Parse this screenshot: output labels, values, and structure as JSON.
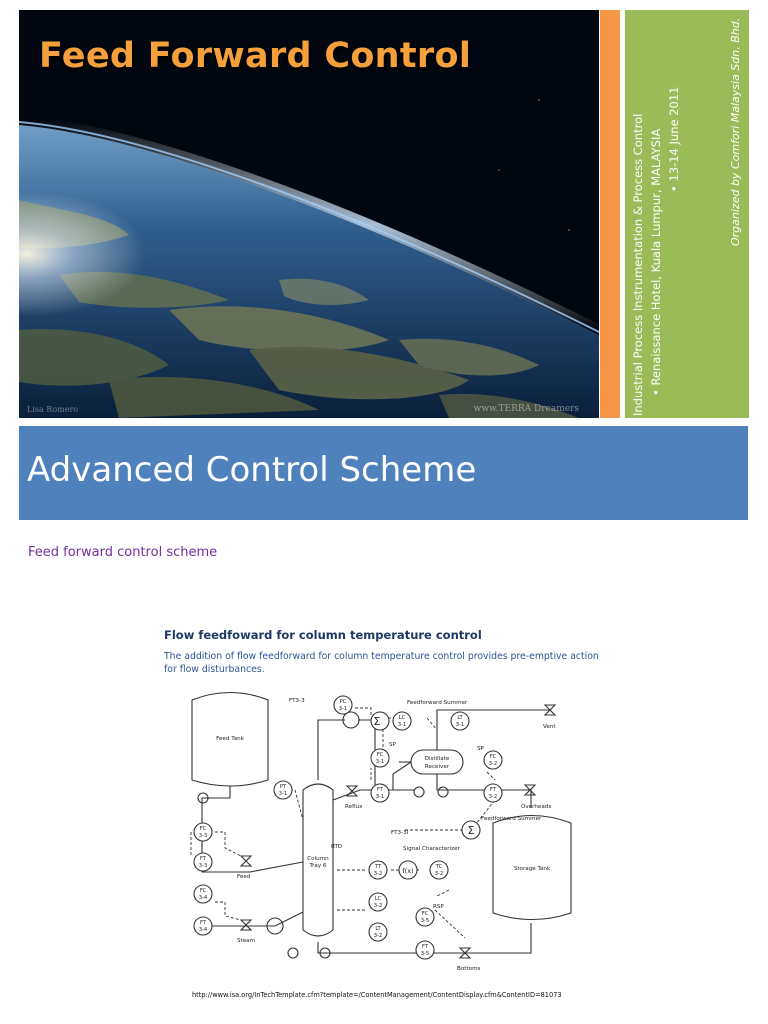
{
  "hero": {
    "title": "Feed Forward Control",
    "credit_right": "www.TERRA Dreamers",
    "credit_left": "Lisa Romero"
  },
  "sidebar": {
    "line1": "Industrial Process Instrumentation & Process Control",
    "line2": "• Renaissance Hotel, Kuala Lumpur, MALAYSIA",
    "line3": "• 13-14 June 2011",
    "organizer": "Organized by Comfori Malaysia Sdn. Bhd."
  },
  "band": {
    "title": "Advanced Control Scheme"
  },
  "subheading": "Feed forward control scheme",
  "figure": {
    "title": "Flow feedfoward for column temperature control",
    "description": "The addition of flow feedforward for column temperature control provides pre-emptive action for flow disturbances.",
    "labels": {
      "feed_tank": "Feed Tank",
      "storage_tank": "Storage Tank",
      "distillate_receiver_1": "Distillate",
      "distillate_receiver_2": "Receiver",
      "column_1": "Column",
      "column_2": "Tray 6",
      "feedforward_summer_top": "Feedforward Summer",
      "feedforward_summer_right": "Feedforward Summer",
      "signal_characterizer": "Signal Characterizer",
      "vent": "Vent",
      "reflux": "Reflux",
      "overheads": "Overheads",
      "feed": "Feed",
      "steam": "Steam",
      "bottoms": "Bottoms",
      "ft33_tag": "FT3-3",
      "ft31_tag": "FT3-3I",
      "rtd": "RTD",
      "rsp": "RSP",
      "sp1": "SP",
      "sp2": "SP",
      "sigma": "Σ",
      "fx": "f(x)"
    },
    "instruments": [
      {
        "tag": "PC",
        "num": "3-1"
      },
      {
        "tag": "LC",
        "num": "3-1"
      },
      {
        "tag": "LT",
        "num": "3-1"
      },
      {
        "tag": "FC",
        "num": "3-1"
      },
      {
        "tag": "FT",
        "num": "3-1"
      },
      {
        "tag": "PT",
        "num": "3-1"
      },
      {
        "tag": "FC",
        "num": "3-2"
      },
      {
        "tag": "FT",
        "num": "3-2"
      },
      {
        "tag": "FC",
        "num": "3-3"
      },
      {
        "tag": "FT",
        "num": "3-3"
      },
      {
        "tag": "TT",
        "num": "3-2"
      },
      {
        "tag": "TC",
        "num": "3-2"
      },
      {
        "tag": "LC",
        "num": "3-2"
      },
      {
        "tag": "LT",
        "num": "3-2"
      },
      {
        "tag": "FC",
        "num": "3-4"
      },
      {
        "tag": "FT",
        "num": "3-4"
      },
      {
        "tag": "FC",
        "num": "3-5"
      },
      {
        "tag": "FT",
        "num": "3-5"
      }
    ]
  },
  "source_url": "http://www.isa.org/InTechTemplate.cfm?template=/ContentManagement/ContentDisplay.cfm&ContentID=81073",
  "colors": {
    "title_orange": "#f6a03c",
    "strip_orange": "#f79646",
    "strip_green": "#9bbb59",
    "band_blue": "#4f81bd",
    "subheading_purple": "#7030a0"
  }
}
